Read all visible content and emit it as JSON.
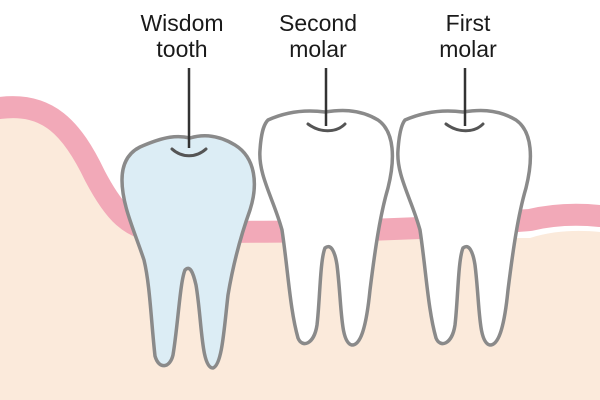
{
  "labels": {
    "wisdom_tooth": {
      "line1": "Wisdom",
      "line2": "tooth"
    },
    "second_molar": {
      "line1": "Second",
      "line2": "molar"
    },
    "first_molar": {
      "line1": "First",
      "line2": "molar"
    }
  },
  "colors": {
    "gum_pink": "#f2a9b8",
    "bone_beige": "#fbeadb",
    "wisdom_fill": "#dcedf5",
    "tooth_fill": "#ffffff",
    "outline": "#8a8a8a",
    "pointer": "#333333"
  }
}
